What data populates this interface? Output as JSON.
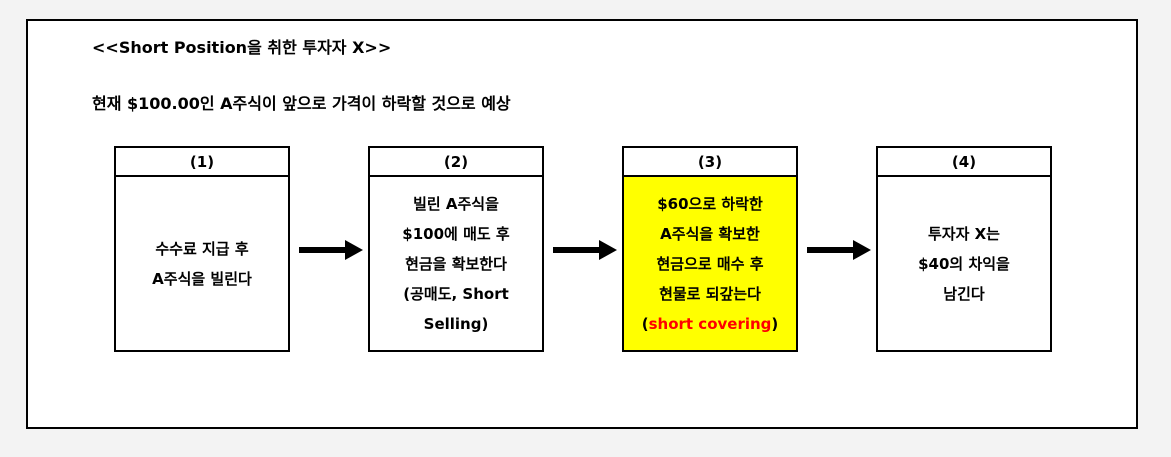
{
  "title": "<<Short Position을 취한 투자자 X>>",
  "subtitle": "현재 $100.00인 A주식이 앞으로 가격이 하락할 것으로 예상",
  "steps": [
    {
      "number": "(1)",
      "lines": [
        "수수료 지급 후",
        "A주식을 빌린다"
      ]
    },
    {
      "number": "(2)",
      "lines": [
        "빌린 A주식을",
        "$100에 매도 후",
        "현금을 확보한다",
        "(공매도, Short",
        "Selling)"
      ]
    },
    {
      "number": "(3)",
      "lines": [
        "$60으로 하락한",
        "A주식을 확보한",
        "현금으로 매수 후",
        "현물로 되갚는다"
      ],
      "note_open": "(",
      "note": "short covering",
      "note_close": ")"
    },
    {
      "number": "(4)",
      "lines": [
        "투자자 X는",
        "$40의 차익을",
        "남긴다"
      ]
    }
  ],
  "colors": {
    "highlight": "#ffff00",
    "note": "#ff0000",
    "border": "#000000"
  },
  "icons": [
    "arrow-right-icon",
    "arrow-right-icon",
    "arrow-right-icon"
  ]
}
